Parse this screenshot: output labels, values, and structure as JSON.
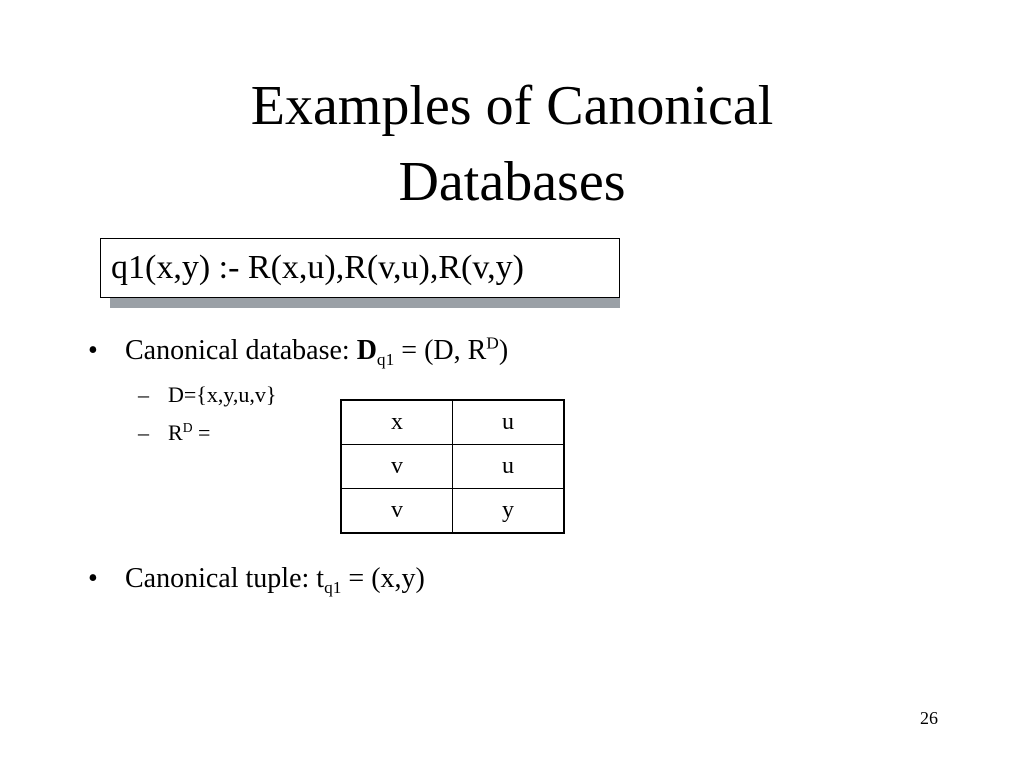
{
  "title": {
    "line1": "Examples of Canonical",
    "line2": "Databases"
  },
  "query": "q1(x,y) :- R(x,u),R(v,u),R(v,y)",
  "bullets": {
    "db": {
      "marker": "•",
      "prefix": "Canonical database: ",
      "bold": "D",
      "sub": "q1",
      "middle": " = (D, R",
      "sup": "D",
      "suffix": ")"
    },
    "domain": {
      "marker": "–",
      "text": "D={x,y,u,v}"
    },
    "relation": {
      "marker": "–",
      "prefix": "R",
      "sup": "D",
      "suffix": " ="
    },
    "tuple": {
      "marker": "•",
      "prefix": "Canonical tuple: t",
      "sub": "q1",
      "suffix": " = (x,y)"
    }
  },
  "relation_table": [
    [
      "x",
      "u"
    ],
    [
      "v",
      "u"
    ],
    [
      "v",
      "y"
    ]
  ],
  "page_number": "26"
}
